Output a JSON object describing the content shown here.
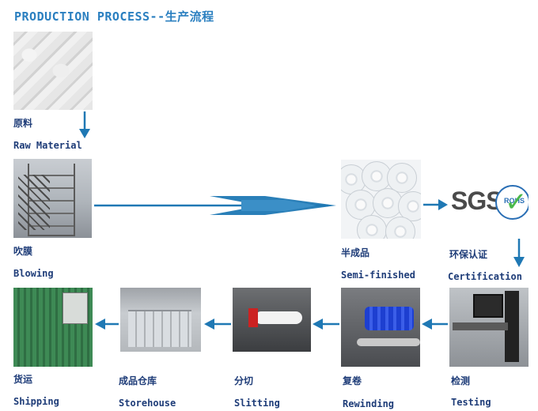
{
  "title": "PRODUCTION PROCESS--生产流程",
  "colors": {
    "title": "#2a7fc0",
    "label": "#1e3c78",
    "arrow": "#1f78b4"
  },
  "steps": [
    {
      "id": "raw",
      "cn": "原料",
      "en": "Raw Material"
    },
    {
      "id": "blow",
      "cn": "吹膜",
      "en": "Blowing"
    },
    {
      "id": "semi",
      "cn": "半成品",
      "en": "Semi-finished"
    },
    {
      "id": "cert",
      "cn": "环保认证",
      "en": "Certification",
      "logo_text": "SGS",
      "badge_text": "ROHS"
    },
    {
      "id": "test",
      "cn": "检测",
      "en": "Testing"
    },
    {
      "id": "rewind",
      "cn": "复卷",
      "en": "Rewinding"
    },
    {
      "id": "slit",
      "cn": "分切",
      "en": "Slitting"
    },
    {
      "id": "store",
      "cn": "成品仓库",
      "en": "Storehouse"
    },
    {
      "id": "ship",
      "cn": "货运",
      "en": "Shipping"
    }
  ]
}
